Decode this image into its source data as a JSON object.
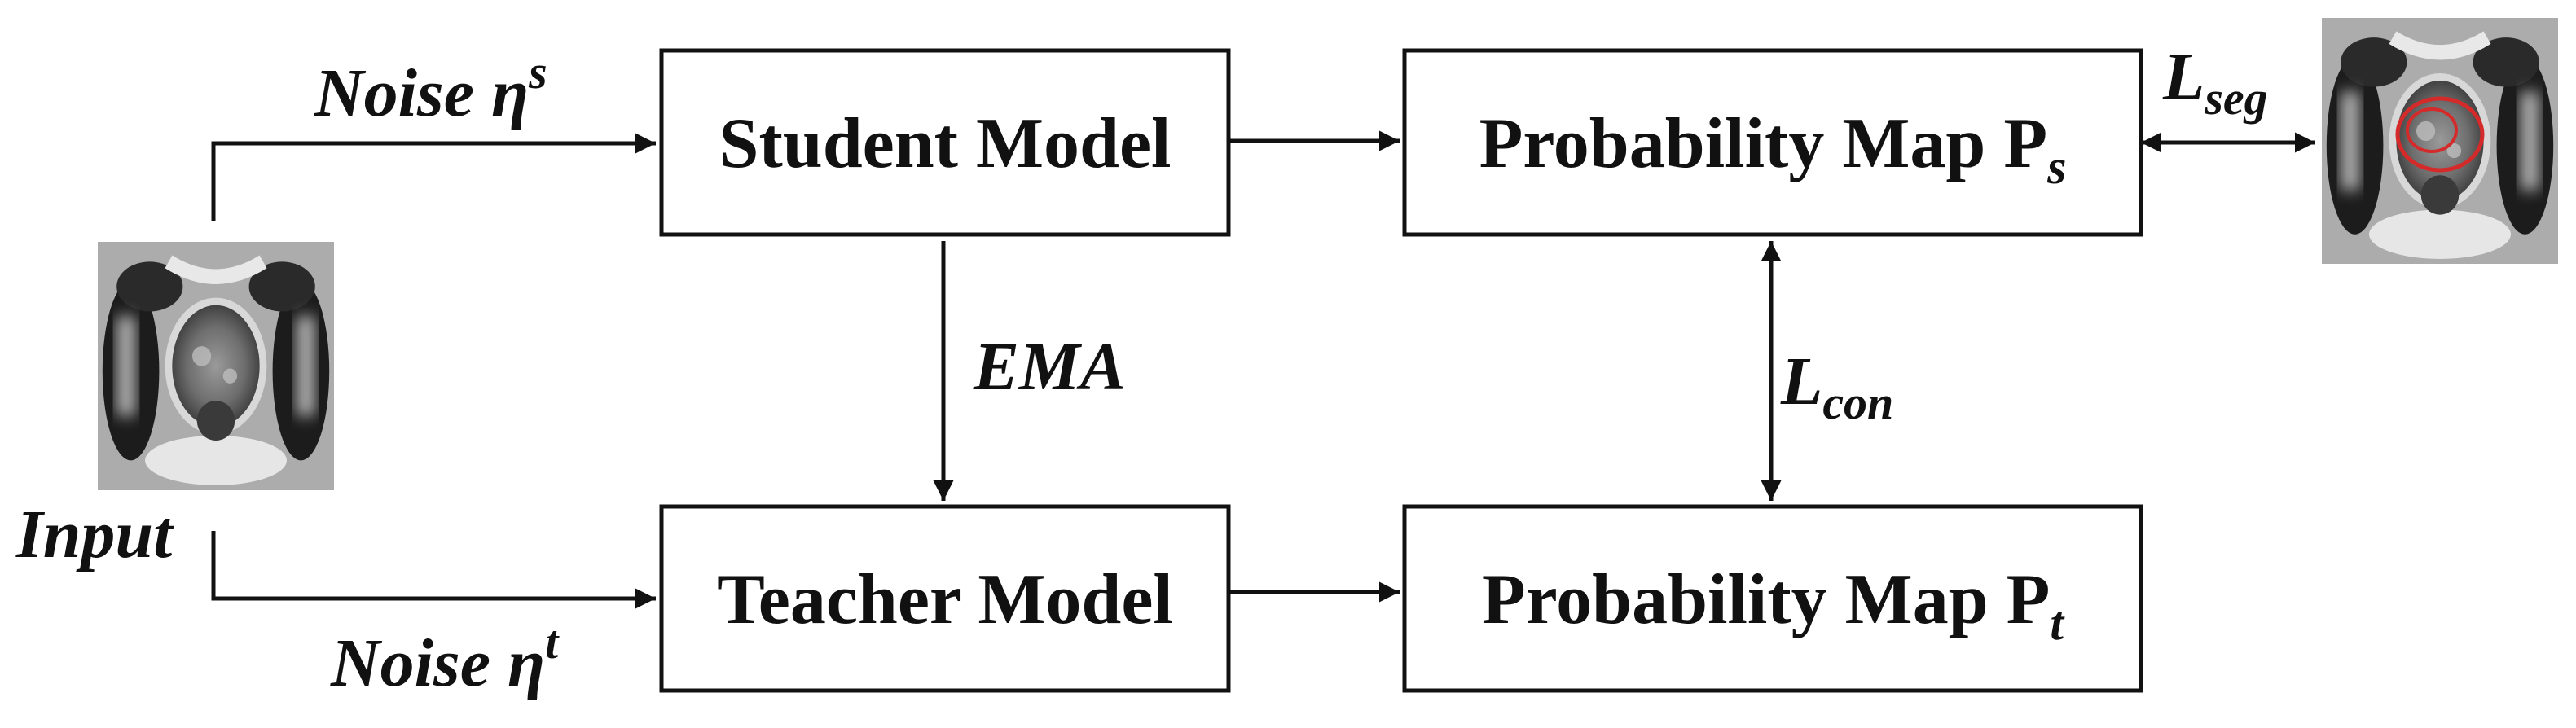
{
  "input": {
    "label": "Input",
    "noise_top": {
      "text": "Noise η",
      "sup": "s"
    },
    "noise_bottom": {
      "text": "Noise η",
      "sup": "t"
    }
  },
  "models": {
    "student": "Student Model",
    "teacher": "Teacher Model",
    "ema": "EMA"
  },
  "maps": {
    "student": {
      "text": "Probability Map P",
      "sub": "s"
    },
    "teacher": {
      "text": "Probability Map P",
      "sub": "t"
    }
  },
  "losses": {
    "seg": {
      "text": "L",
      "sub": "seg"
    },
    "con": {
      "text": "L",
      "sub": "con"
    }
  },
  "colors": {
    "stroke": "#111111",
    "contour": "#d42a2a"
  },
  "images": {
    "input": "prostate-mri-slice",
    "output": "prostate-mri-with-segmentation-contour"
  }
}
